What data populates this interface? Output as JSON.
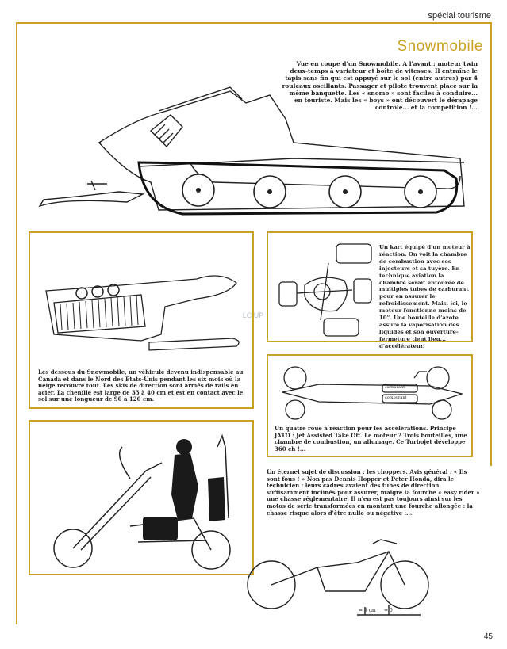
{
  "header": {
    "section_label": "spécial tourisme"
  },
  "article": {
    "title": "Snowmobile",
    "intro": "Vue en coupe d'un Snowmobile. A l'avant : moteur twin deux-temps à variateur et boîte de vitesses. Il entraîne le tapis sans fin qui est appuyé sur le sol (entre autres) par 4 rouleaux oscillants. Passager et pilote trouvent place sur la même banquette. Les « snomo » sont faciles à conduire... en touriste. Mais les « boys » ont découvert le dérapage contrôlé... et la compétition !..."
  },
  "captions": {
    "snowmobile_underside": "Les dessous du Snowmobile, un véhicule devenu indispensable au Canada et dans le Nord des Etats-Unis pendant les six mois où la neige recouvre tout. Les skis de direction sont armés de rails en acier. La chenille est large de 35 à 40 cm et est en contact avec le sol sur une longueur de 90 à 120 cm.",
    "jet_kart": "Un kart équipé d'un moteur à réaction. On voit la chambre de combustion avec ses injecteurs et sa tuyère. En technique aviation la chambre serait entourée de multiples tubes de carburant pour en assurer le refroidissement. Mais, ici, le moteur fonctionne moins de 10\". Une bouteille d'azote assure la vaporisation des liquides et son ouverture-fermeture tient lieu... d'accélérateur.",
    "jato_car": "Un quatre roue à réaction pour les accélérations. Principe JATO : Jet Assisted Take Off. Le moteur ? Trois bouteilles, une chambre de combustion, un allumage. Ce Turbojet développe 360 ch !...",
    "choppers": "Un éternel sujet de discussion : les choppers. Avis général : « Ils sont fous ! » Non pas Dennis Hopper et Peter Honda, dira le technicien : leurs cadres avaient des tubes de direction suffisamment inclinés pour assurer, malgré la fourche « easy rider » une chasse réglementaire. Il n'en est pas toujours ainsi sur les motos de série transformées en montant une fourche allongée : la chasse risque alors d'être nulle ou négative :..."
  },
  "diagram_labels": {
    "jato_tank1": "carburant",
    "jato_tank2": "comburant",
    "fork_measure": "= 8 cm",
    "fork_zero": "= 0"
  },
  "watermark": "LC UP",
  "footer": {
    "page_number": "45"
  },
  "colors": {
    "accent": "#c9a227",
    "text": "#1a1a1a"
  }
}
